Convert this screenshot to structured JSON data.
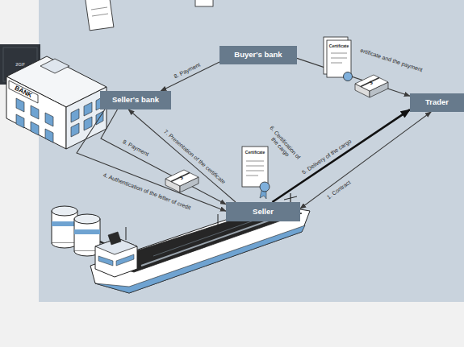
{
  "diagram": {
    "nodes": [
      {
        "text": [
          "Buyer's bank"
        ]
      },
      {
        "text": [
          "Seller's bank"
        ]
      },
      {
        "text": [
          "Trader"
        ]
      },
      {
        "text": [
          "Seller"
        ]
      }
    ],
    "edges": [
      {
        "from": 3,
        "to": 2,
        "label": "1. Contract",
        "arrow": "both"
      },
      {
        "from": 3,
        "to": 2,
        "label": "5. Delivery of the cargo",
        "arrow": "to"
      },
      {
        "from": 3,
        "to": 1,
        "label": "7. Presentation of the certificate",
        "arrow": "to"
      },
      {
        "from": 1,
        "to": 3,
        "label": "8. Payment",
        "arrow": "to"
      },
      {
        "from": 1,
        "to": 3,
        "label": "4. Authentication of the letter of credit",
        "arrow": "to"
      },
      {
        "from": 0,
        "to": 1,
        "label": "8. Payment",
        "arrow": "to"
      },
      {
        "from": 0,
        "to": 2,
        "label": "ertificate and the payment",
        "arrow": "to"
      }
    ],
    "labels": [
      "6. Certification of the cargo",
      "Certificate",
      "Certificate",
      "$",
      "$",
      "BANK",
      "2GF"
    ]
  }
}
